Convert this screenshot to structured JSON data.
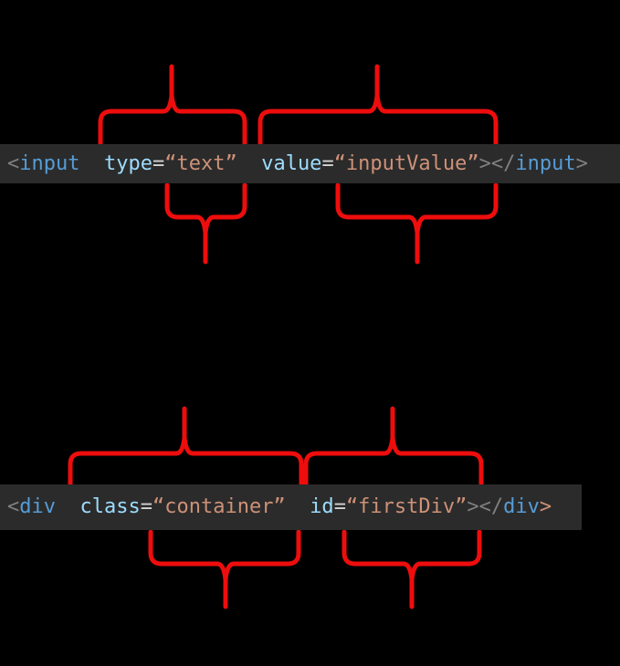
{
  "colors": {
    "background": "#000000",
    "code_background": "#2b2b2b",
    "brace": "#ee0d0d",
    "tag": "#569cd6",
    "attr": "#9cdcfe",
    "string": "#ce9178",
    "punct": "#808080",
    "eq": "#d4d4d4"
  },
  "snippets": [
    {
      "name": "input-element-example",
      "code": "<input  type=“text”  value=“inputValue”></input>",
      "tokens": [
        {
          "t": "<",
          "c": "punct"
        },
        {
          "t": "input",
          "c": "tag"
        },
        {
          "t": "  ",
          "c": "punct"
        },
        {
          "t": "type",
          "c": "attr"
        },
        {
          "t": "=",
          "c": "eq"
        },
        {
          "t": "“text”",
          "c": "string"
        },
        {
          "t": "  ",
          "c": "punct"
        },
        {
          "t": "value",
          "c": "attr"
        },
        {
          "t": "=",
          "c": "eq"
        },
        {
          "t": "“inputValue”",
          "c": "string"
        },
        {
          "t": "></",
          "c": "punct"
        },
        {
          "t": "input",
          "c": "tag"
        },
        {
          "t": ">",
          "c": "punct"
        }
      ]
    },
    {
      "name": "div-element-example",
      "code": "<div  class=“container”  id=“firstDiv”></div>",
      "tokens": [
        {
          "t": "<",
          "c": "punct"
        },
        {
          "t": "div",
          "c": "tag"
        },
        {
          "t": "  ",
          "c": "punct"
        },
        {
          "t": "class",
          "c": "attr"
        },
        {
          "t": "=",
          "c": "eq"
        },
        {
          "t": "“container”",
          "c": "string"
        },
        {
          "t": "  ",
          "c": "punct"
        },
        {
          "t": "id",
          "c": "attr"
        },
        {
          "t": "=",
          "c": "eq"
        },
        {
          "t": "“firstDiv”",
          "c": "string"
        },
        {
          "t": "></",
          "c": "punct"
        },
        {
          "t": "div",
          "c": "tag"
        },
        {
          "t": ">",
          "c": "string"
        }
      ]
    }
  ],
  "annotations": [
    {
      "name": "overbrace-type-attribute",
      "points_at": "type=“text”",
      "side": "top"
    },
    {
      "name": "overbrace-value-attribute",
      "points_at": "value=“inputValue”",
      "side": "top"
    },
    {
      "name": "underbrace-text-value",
      "points_at": "“text”",
      "side": "bottom"
    },
    {
      "name": "underbrace-inputvalue-value",
      "points_at": "“inputValue”",
      "side": "bottom"
    },
    {
      "name": "overbrace-class-attribute",
      "points_at": "class=“container”",
      "side": "top"
    },
    {
      "name": "overbrace-id-attribute",
      "points_at": "id=“firstDiv”",
      "side": "top"
    },
    {
      "name": "underbrace-container-value",
      "points_at": "“container”",
      "side": "bottom"
    },
    {
      "name": "underbrace-firstdiv-value",
      "points_at": "“firstDiv”",
      "side": "bottom"
    }
  ]
}
